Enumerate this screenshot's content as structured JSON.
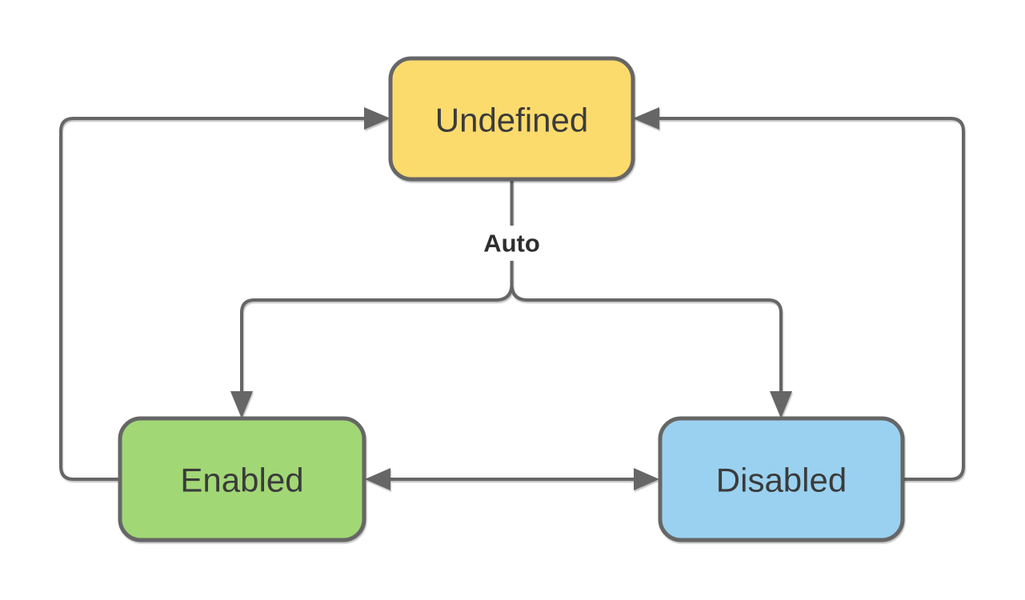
{
  "diagram": {
    "type": "state-transition-diagram",
    "nodes": {
      "undefined": {
        "label": "Undefined",
        "fill": "#FCDB6D"
      },
      "enabled": {
        "label": "Enabled",
        "fill": "#A1D775"
      },
      "disabled": {
        "label": "Disabled",
        "fill": "#9AD1F0"
      }
    },
    "edges": [
      {
        "from": "Undefined",
        "to": "Enabled",
        "label": "Auto"
      },
      {
        "from": "Undefined",
        "to": "Disabled",
        "label": "Auto"
      },
      {
        "from": "Enabled",
        "to": "Undefined",
        "label": ""
      },
      {
        "from": "Disabled",
        "to": "Undefined",
        "label": ""
      },
      {
        "from": "Enabled",
        "to": "Disabled",
        "label": "",
        "bidirectional": true
      }
    ],
    "colors": {
      "connector": "#666666",
      "node_border": "#666666",
      "node_text": "#3A3A3A",
      "edge_label_text": "#2E2E2E",
      "edge_label_bg": "#FFFFFF",
      "canvas_bg": "#FFFFFF"
    }
  }
}
